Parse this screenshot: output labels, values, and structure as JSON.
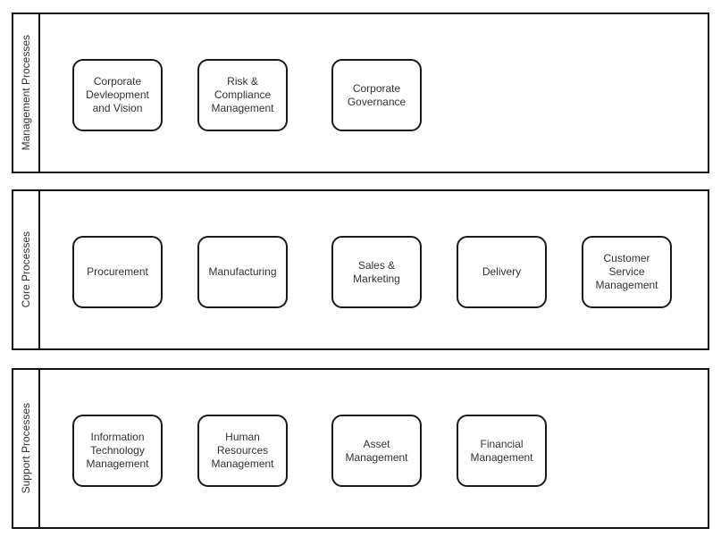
{
  "diagram": {
    "kind": "swimlane-process-map",
    "colors": {
      "lane_border": "#111111",
      "box_border": "#1a1a1a",
      "text": "#333333",
      "background": "#ffffff"
    },
    "lanes": [
      {
        "label": "Management Processes",
        "boxes": [
          "Corporate Devleopment and Vision",
          "Risk & Compliance Management",
          "Corporate Governance"
        ]
      },
      {
        "label": "Core Processes",
        "boxes": [
          "Procurement",
          "Manufacturing",
          "Sales & Marketing",
          "Delivery",
          "Customer Service Management"
        ]
      },
      {
        "label": "Support Processes",
        "boxes": [
          "Information Technology Management",
          "Human Resources Management",
          "Asset Management",
          "Financial Management"
        ]
      }
    ]
  }
}
